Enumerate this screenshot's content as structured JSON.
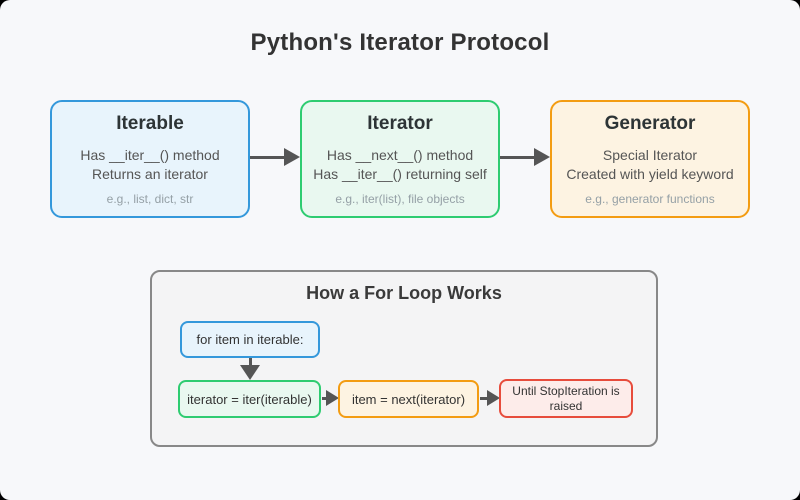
{
  "page": {
    "title": "Python's Iterator Protocol"
  },
  "protocol_boxes": [
    {
      "title": "Iterable",
      "line1": "Has __iter__() method",
      "line2": "Returns an iterator",
      "example": "e.g., list, dict, str",
      "border_color": "#3498db",
      "fill_color": "#e8f4fc"
    },
    {
      "title": "Iterator",
      "line1": "Has __next__() method",
      "line2": "Has __iter__() returning self",
      "example": "e.g., iter(list), file objects",
      "border_color": "#2ecc71",
      "fill_color": "#e9f8f0"
    },
    {
      "title": "Generator",
      "line1": "Special Iterator",
      "line2": "Created with yield keyword",
      "example": "e.g., generator functions",
      "border_color": "#f39c12",
      "fill_color": "#fdf3e2"
    }
  ],
  "for_loop": {
    "title": "How a For Loop Works",
    "steps": [
      {
        "label": "for item in iterable:",
        "border_color": "#3498db",
        "fill_color": "#e8f4fc"
      },
      {
        "label": "iterator = iter(iterable)",
        "border_color": "#2ecc71",
        "fill_color": "#e9f8f0"
      },
      {
        "label": "item = next(iterator)",
        "border_color": "#f39c12",
        "fill_color": "#fdf3e2"
      },
      {
        "label": "Until StopIteration is raised",
        "border_color": "#e74c3c",
        "fill_color": "#fdecea"
      }
    ]
  },
  "colors": {
    "background": "#f7f8fa",
    "arrow": "#555555",
    "container_border": "#888888",
    "title_text": "#333333",
    "body_text": "#555555",
    "example_text": "#95a0a6"
  }
}
